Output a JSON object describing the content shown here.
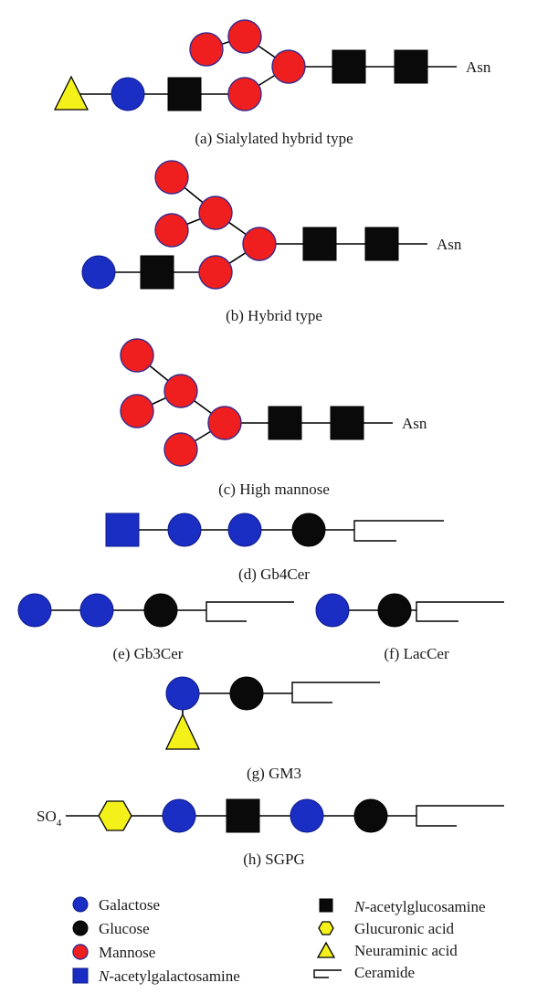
{
  "panels": {
    "a": {
      "caption": "(a)  Sialylated hybrid type",
      "terminal": "Asn"
    },
    "b": {
      "caption": "(b)  Hybrid type",
      "terminal": "Asn"
    },
    "c": {
      "caption": "(c)  High mannose",
      "terminal": "Asn"
    },
    "d": {
      "caption": "(d)  Gb4Cer"
    },
    "e": {
      "caption": "(e)  Gb3Cer"
    },
    "f": {
      "caption": "(f)  LacCer"
    },
    "g": {
      "caption": "(g)  GM3"
    },
    "h": {
      "caption": "(h)  SGPG",
      "prefix": "SO",
      "prefix_sub": "4"
    }
  },
  "legend": {
    "galactose": "Galactose",
    "glucose": "Glucose",
    "mannose": "Mannose",
    "galnac_prefix": "N",
    "galnac_rest": "-acetylgalactosamine",
    "glcnac_prefix": "N",
    "glcnac_rest": "-acetylglucosamine",
    "glucuronic": "Glucuronic acid",
    "neuraminic": "Neuraminic acid",
    "ceramide": "Ceramide"
  },
  "colors": {
    "galactose": "#1a2ec4",
    "glucose": "#0a0a0a",
    "mannose": "#f01f1f",
    "glcnac": "#0a0a0a",
    "galnac": "#1a2ec4",
    "neuraminic": "#f4f11a",
    "glucuronic": "#f4f11a"
  }
}
